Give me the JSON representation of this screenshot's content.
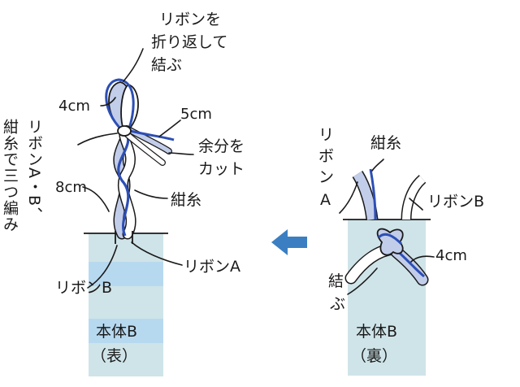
{
  "colors": {
    "fabric": "#cfe4e8",
    "fabric_stripe": "#b7d9f0",
    "ribbon_fill": "#c2cdea",
    "ribbon_white": "#ffffff",
    "thread": "#2d4fb5",
    "arrow": "#3b7fc2",
    "ink": "#1a1a1a"
  },
  "left_panel": {
    "top_note": [
      "リボンを",
      "折り返して",
      "結ぶ"
    ],
    "len_4cm": "4cm",
    "len_5cm": "5cm",
    "len_8cm": "8cm",
    "trim": [
      "余分を",
      "カット"
    ],
    "thread": "紺糸",
    "braid_note": [
      "紺糸で三つ編み",
      "リボンA・B、"
    ],
    "ribbon_a": "リボンA",
    "ribbon_b": "リボンB",
    "body_name": "本体B",
    "side": "（表）"
  },
  "arrow": {
    "icon": "arrow-left-icon"
  },
  "right_panel": {
    "ribbon_a": [
      "リ",
      "ボ",
      "ン",
      "A"
    ],
    "thread": "紺糸",
    "ribbon_b": "リボンB",
    "len_4cm": "4cm",
    "tie": [
      "結",
      "ぶ"
    ],
    "body_name": "本体B",
    "side": "（裏）"
  }
}
